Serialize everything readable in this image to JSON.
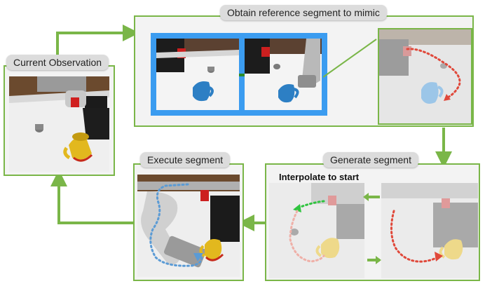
{
  "panels": {
    "current_observation": {
      "title": "Current Observation"
    },
    "obtain_reference": {
      "title": "Obtain reference segment to mimic"
    },
    "generate_segment": {
      "title": "Generate segment",
      "interpolate_label": "Interpolate to start"
    },
    "execute_segment": {
      "title": "Execute segment"
    }
  },
  "colors": {
    "arrow_green": "#7ab648",
    "highlight_blue": "#3b9cf0",
    "trajectory_red": "#e0483a",
    "interp_green": "#2fc43f",
    "exec_blue": "#5b9bd5"
  }
}
